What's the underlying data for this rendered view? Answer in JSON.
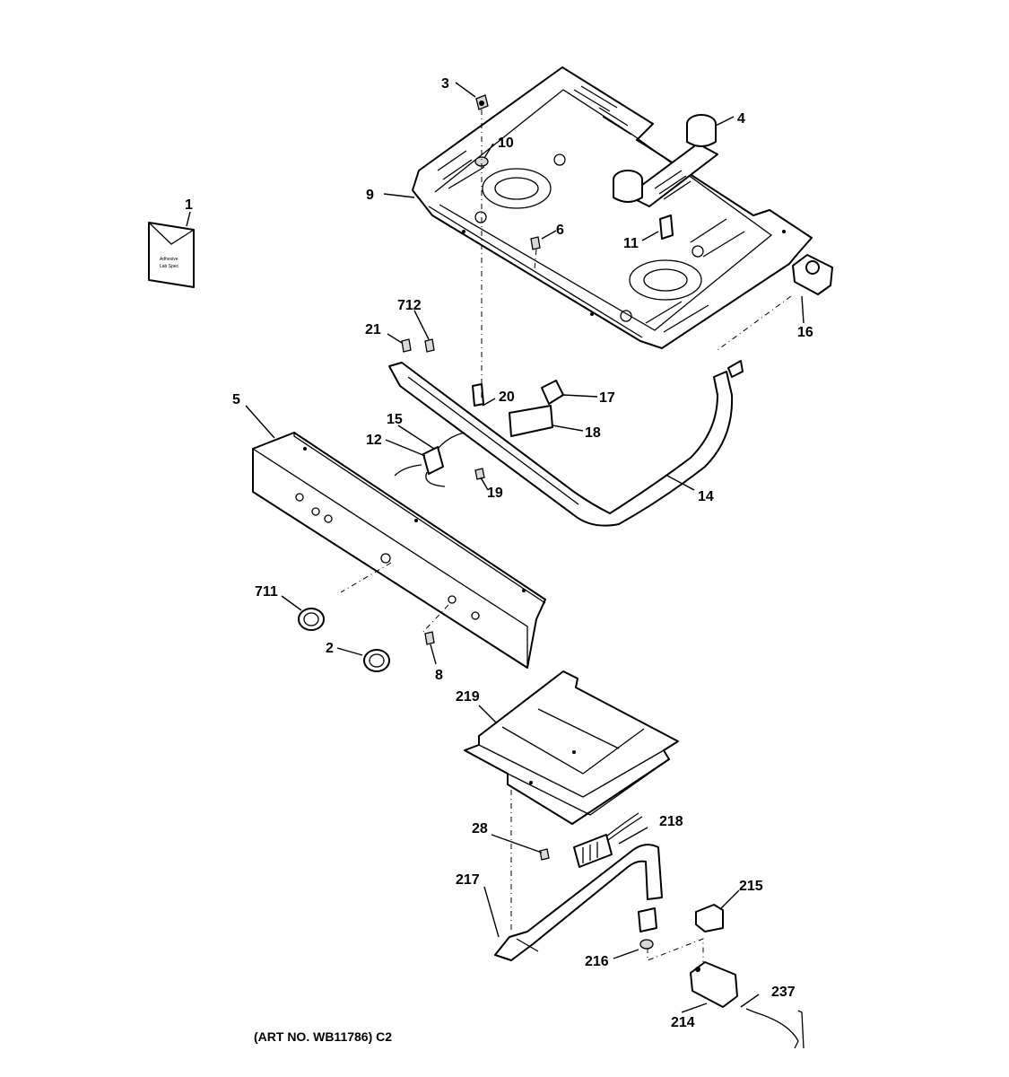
{
  "art_number": "(ART NO. WB11786) C2",
  "envelope_text": [
    "Adhesive",
    "Lab Spec"
  ],
  "callouts": [
    {
      "id": "c1",
      "label": "1"
    },
    {
      "id": "c2",
      "label": "2"
    },
    {
      "id": "c3",
      "label": "3"
    },
    {
      "id": "c4",
      "label": "4"
    },
    {
      "id": "c5",
      "label": "5"
    },
    {
      "id": "c6",
      "label": "6"
    },
    {
      "id": "c8",
      "label": "8"
    },
    {
      "id": "c9",
      "label": "9"
    },
    {
      "id": "c10",
      "label": "10"
    },
    {
      "id": "c11",
      "label": "11"
    },
    {
      "id": "c12",
      "label": "12"
    },
    {
      "id": "c14",
      "label": "14"
    },
    {
      "id": "c15",
      "label": "15"
    },
    {
      "id": "c16",
      "label": "16"
    },
    {
      "id": "c17",
      "label": "17"
    },
    {
      "id": "c18",
      "label": "18"
    },
    {
      "id": "c19",
      "label": "19"
    },
    {
      "id": "c20",
      "label": "20"
    },
    {
      "id": "c21",
      "label": "21"
    },
    {
      "id": "c28",
      "label": "28"
    },
    {
      "id": "c214",
      "label": "214"
    },
    {
      "id": "c215",
      "label": "215"
    },
    {
      "id": "c216",
      "label": "216"
    },
    {
      "id": "c217",
      "label": "217"
    },
    {
      "id": "c218",
      "label": "218"
    },
    {
      "id": "c219",
      "label": "219"
    },
    {
      "id": "c237",
      "label": "237"
    },
    {
      "id": "c711",
      "label": "711"
    },
    {
      "id": "c712",
      "label": "712"
    }
  ]
}
